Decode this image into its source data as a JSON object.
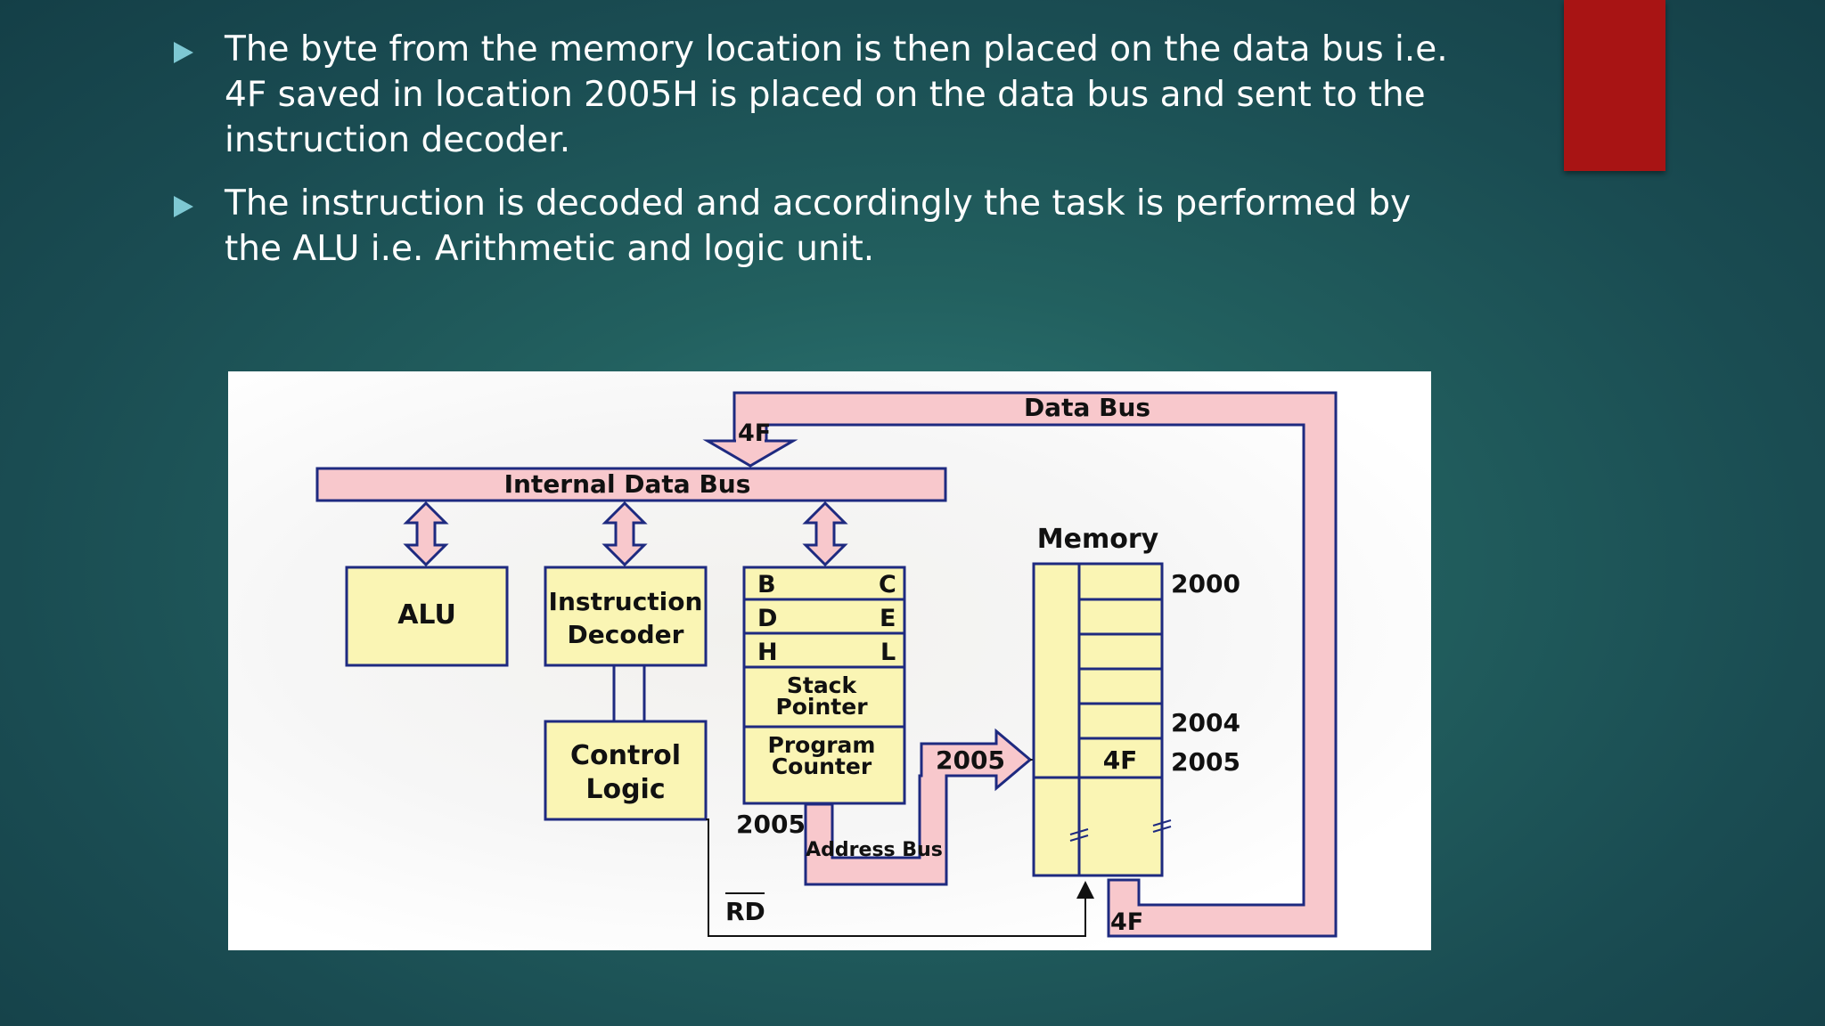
{
  "slide": {
    "bullets": [
      "The byte from the memory location is then placed on the data bus i.e. 4F saved in location 2005H is placed on the data bus and sent to the instruction decoder.",
      "The instruction is decoded and accordingly the task is performed by the ALU i.e. Arithmetic and logic unit."
    ]
  },
  "diagram": {
    "data_bus": "Data Bus",
    "internal_data_bus": "Internal Data Bus",
    "bus_value_top": "4F",
    "bus_value_bottom": "4F",
    "alu": "ALU",
    "instruction_decoder_1": "Instruction",
    "instruction_decoder_2": "Decoder",
    "control_logic_1": "Control",
    "control_logic_2": "Logic",
    "reg_b": "B",
    "reg_c": "C",
    "reg_d": "D",
    "reg_e": "E",
    "reg_h": "H",
    "reg_l": "L",
    "stack_pointer_1": "Stack",
    "stack_pointer_2": "Pointer",
    "program_counter_1": "Program",
    "program_counter_2": "Counter",
    "pc_value": "2005",
    "address_value": "2005",
    "address_bus": "Address Bus",
    "memory": "Memory",
    "addr_2000": "2000",
    "addr_2004": "2004",
    "addr_2005": "2005",
    "mem_value": "4F",
    "rd_signal": "RD"
  },
  "colors": {
    "bus_fill": "#f8c8cc",
    "block_fill": "#faf5b4",
    "stroke": "#1e2a80",
    "accent_red": "#a81414",
    "bullet_arrow": "#7ec8d3"
  }
}
